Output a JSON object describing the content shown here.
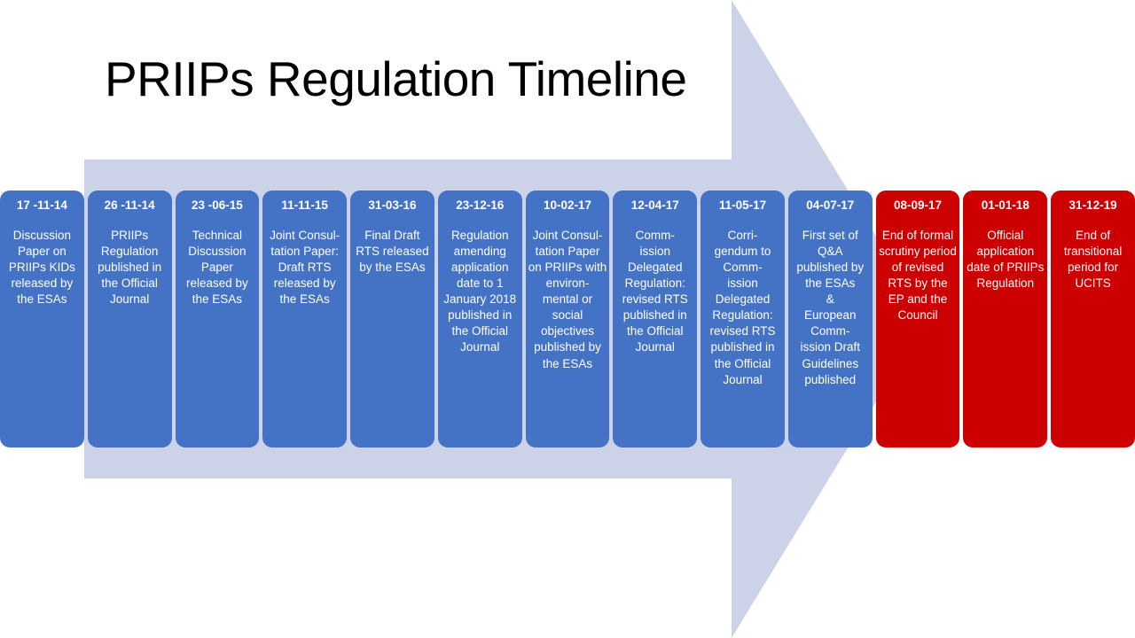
{
  "header": {
    "title": "PRIIPs Regulation Timeline"
  },
  "colors": {
    "arrow_fill": "#CCD2E8",
    "phase_blue": "#4472C4",
    "phase_red": "#CC0000",
    "card_text": "#FFFFFF",
    "title_text": "#000000",
    "background": "#FFFFFF"
  },
  "timeline": {
    "milestones": [
      {
        "date": "17 -11-14",
        "description": "Discussion Paper on PRIIPs KIDs released by the ESAs",
        "phase": "blue"
      },
      {
        "date": "26 -11-14",
        "description": "PRIIPs Regulation published in the Official Journal",
        "phase": "blue"
      },
      {
        "date": "23 -06-15",
        "description": "Technical Discussion Paper released by the ESAs",
        "phase": "blue"
      },
      {
        "date": "11-11-15",
        "description": "Joint Consul-\ntation Paper: Draft RTS released by the ESAs",
        "phase": "blue"
      },
      {
        "date": "31-03-16",
        "description": "Final Draft RTS released by the ESAs",
        "phase": "blue"
      },
      {
        "date": "23-12-16",
        "description": "Regulation amending application date to 1 January 2018 published in the Official Journal",
        "phase": "blue"
      },
      {
        "date": "10-02-17",
        "description": "Joint Consul-\ntation Paper on PRIIPs with environ-\nmental or social objectives published by the ESAs",
        "phase": "blue"
      },
      {
        "date": "12-04-17",
        "description": "Comm-\nission Delegated Regulation: revised RTS published in the Official Journal",
        "phase": "blue"
      },
      {
        "date": "11-05-17",
        "description": "Corri-\ngendum to Comm-\nission Delegated Regulation: revised RTS published in the Official Journal",
        "phase": "blue"
      },
      {
        "date": "04-07-17",
        "description": "First set of Q&A published by the ESAs\n&\nEuropean Comm-\nission Draft Guidelines published",
        "phase": "blue"
      },
      {
        "date": "08-09-17",
        "description": "End of formal scrutiny period of revised RTS by the EP and the Council",
        "phase": "red"
      },
      {
        "date": "01-01-18",
        "description": "Official application date of PRIIPs Regulation",
        "phase": "red"
      },
      {
        "date": "31-12-19",
        "description": "End of transitional period for UCITS",
        "phase": "red"
      }
    ]
  }
}
